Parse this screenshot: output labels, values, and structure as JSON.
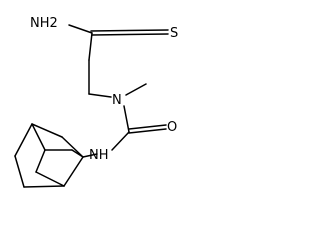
{
  "atom_labels": {
    "nh2": "NH2",
    "sulfur": "S",
    "nitrogen_methyl": "N",
    "oxygen": "O",
    "nh": "NH"
  },
  "colors": {
    "bond": "#000000",
    "background": "#ffffff"
  }
}
